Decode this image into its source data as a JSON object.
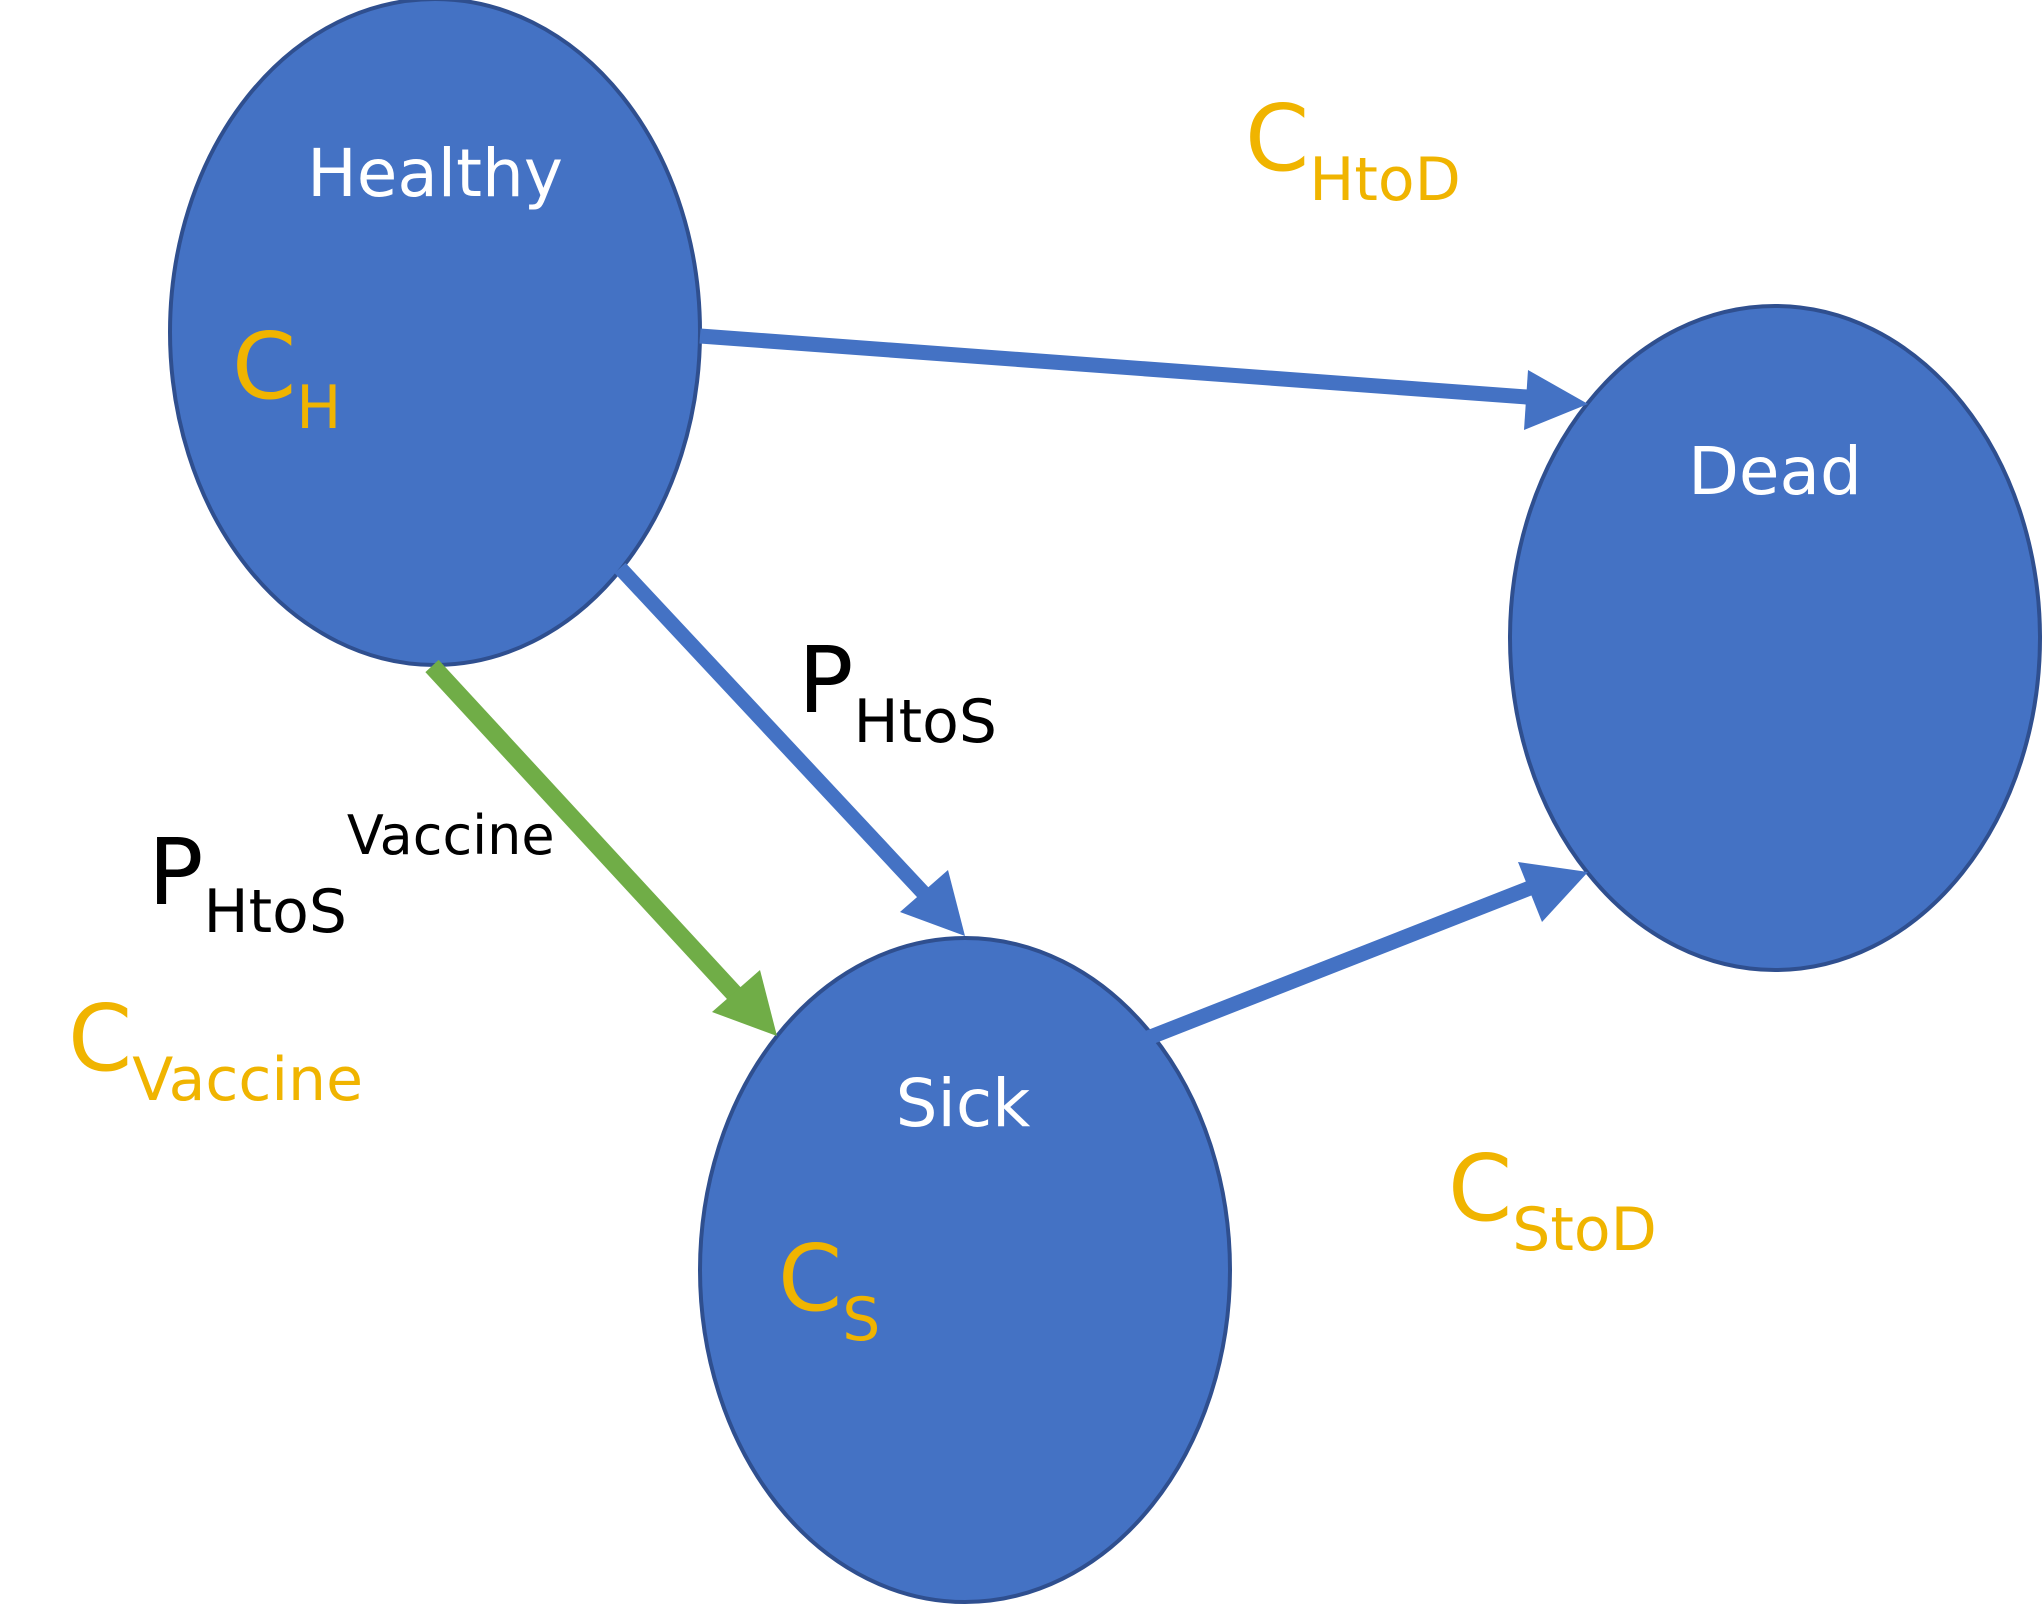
{
  "colors": {
    "node_fill": "#4472c4",
    "node_stroke": "#2f4f8f",
    "arrow_blue": "#4472c4",
    "arrow_green": "#70ad47",
    "cost_text": "#f0b400",
    "prob_text": "#000000",
    "node_text": "#ffffff"
  },
  "nodes": {
    "healthy": {
      "label": "Healthy",
      "cost_main": "C",
      "cost_sub": "H"
    },
    "sick": {
      "label": "Sick",
      "cost_main": "C",
      "cost_sub": "S"
    },
    "dead": {
      "label": "Dead"
    }
  },
  "edges": {
    "healthy_to_dead": {
      "cost_main": "C",
      "cost_sub": "HtoD"
    },
    "healthy_to_sick": {
      "prob_main": "P",
      "prob_sub": "HtoS"
    },
    "healthy_to_sick_vaccine": {
      "prob_main": "P",
      "prob_sub": "HtoS",
      "prob_sup": "Vaccine",
      "cost_main": "C",
      "cost_sub": "Vaccine"
    },
    "sick_to_dead": {
      "cost_main": "C",
      "cost_sub": "StoD"
    }
  }
}
